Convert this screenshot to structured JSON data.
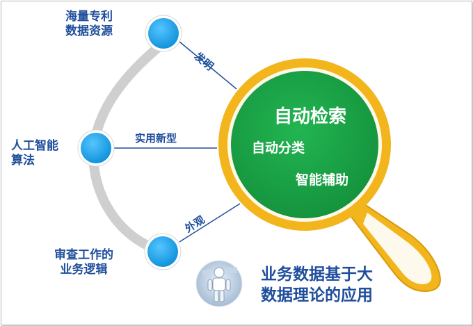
{
  "nodes": [
    {
      "id": "top",
      "label_lines": [
        "海量专利",
        "数据资源"
      ]
    },
    {
      "id": "middle",
      "label_lines": [
        "人工智能",
        "算法"
      ]
    },
    {
      "id": "bottom",
      "label_lines": [
        "审查工作的",
        "业务逻辑"
      ]
    }
  ],
  "edges": [
    {
      "from": "top",
      "label": "发明"
    },
    {
      "from": "middle",
      "label": "实用新型"
    },
    {
      "from": "bottom",
      "label": "外观"
    }
  ],
  "magnifier": {
    "title": "自动检索",
    "line2": "自动分类",
    "line3": "智能辅助"
  },
  "caption": {
    "line1": "业务数据基于大",
    "line2": "数据理论的应用"
  },
  "colors": {
    "node_fill": "#1ea7ef",
    "arc": "#cfcfcf",
    "lens_fill": "#1aa64a",
    "lens_ring": "#f2b51c",
    "text": "#1f4e9c",
    "connector": "#1f4e9c"
  },
  "icons": [
    "robot-image"
  ]
}
